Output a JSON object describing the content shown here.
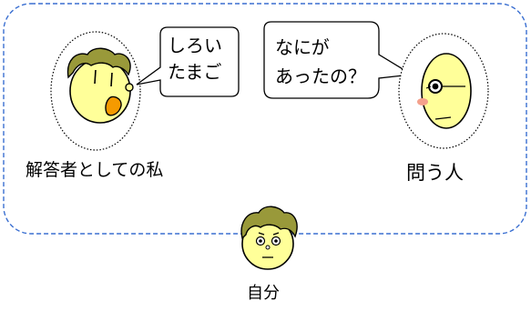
{
  "labels": {
    "answerer": "解答者としての私",
    "asker": "問う人",
    "self": "自分"
  },
  "speech": {
    "answer": [
      "しろい",
      "たまご"
    ],
    "question": [
      "なにが",
      "あったの？"
    ]
  },
  "colors": {
    "face": "#ffff99",
    "hair": "#99993a",
    "mouth": "#f59a00",
    "cheek": "#f4a18c",
    "frame_dash": "#3a6fd1",
    "outline": "#000000"
  },
  "icons": [
    "answerer-face-icon",
    "asker-face-icon",
    "self-face-icon"
  ]
}
